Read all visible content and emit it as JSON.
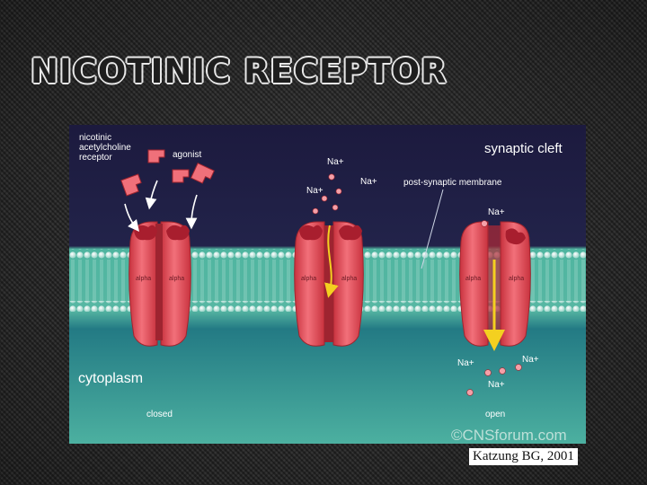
{
  "slide": {
    "title": "NICOTINIC RECEPTOR",
    "citation": "Katzung BG, 2001"
  },
  "figure": {
    "receptor_label": [
      "nicotinic",
      "acetylcholine",
      "receptor"
    ],
    "agonist_label": "agonist",
    "synaptic_cleft_label": "synaptic cleft",
    "membrane_label": "post-synaptic membrane",
    "cytoplasm_label": "cytoplasm",
    "state_closed": "closed",
    "state_open": "open",
    "subunit_label": "alpha",
    "sodium_label": "Na+",
    "watermark": "©CNSforum.com",
    "colors": {
      "cleft": "#1f1d42",
      "membrane": "#5cb8a4",
      "cytoplasm": "#2a7e86",
      "channel": "#e8505a",
      "arrow": "#f4d020"
    }
  }
}
